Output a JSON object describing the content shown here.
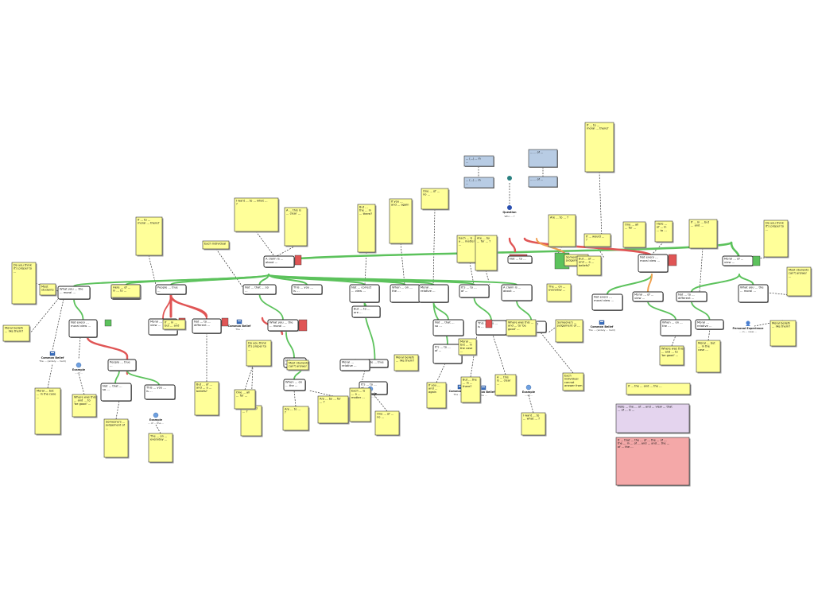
{
  "colors": {
    "claim_fill": "#ffffff",
    "claim_border": "#222222",
    "note_fill": "#ffff99",
    "note_border": "#333333",
    "support": "#5cc25c",
    "oppose": "#e05555",
    "question_fill": "#b8cce4",
    "summary_purple": "#e4d4ee",
    "summary_red": "#f4a8a8",
    "connector": "#333333"
  },
  "notes": [
    "Do you think it's proper to ...",
    "Most students can't answer ...",
    "Moral beliefs ... like them?",
    "Moral ... but ... in the case ...",
    "Where was this ... and ... to 'be good' ...",
    "Someone's ... judgement of ...",
    "The ... on ... everyday ...",
    "But ... of ... and ... a ... beliefs?",
    "If ... to ... moral ... there?",
    "Each individual cannot answer from between ...",
    "I want ... to ... what ... ?",
    "A ... this is ... clear ...",
    "But ... the ... in ... there?",
    "If you ... and ... again",
    "One ... of ... no ...",
    "Each ... is ... a ... matter ...",
    "Are ... by ... for ... ?",
    "Are ... to ... ?",
    "If ... would ... ?",
    "One ... all ... for ...",
    "Here ... of ... in ... to ...",
    "If ... in ... but ... and ..."
  ],
  "claims": [
    "A claim is ... about ...",
    "Not every ... moral view ...",
    "Moral ... of ... view ...",
    "Not ... to ... different ...",
    "What you ... the ... moral ...",
    "But ... to ... are ...",
    "People ... true ...",
    "Not ... that ... so ...",
    "This ... you ... is ...",
    "Not ... correct ... view ...",
    "When ... on ... the ...",
    "Moral ... relative ...",
    "It's ... to ... of ..."
  ],
  "sources": [
    {
      "name": "Common Belief",
      "caption": "The ... (widely ... held)"
    },
    {
      "name": "Common Belief",
      "caption": "The ..."
    },
    {
      "name": "Common Belief",
      "caption": "The ... in ..."
    },
    {
      "name": "Common Belief",
      "caption": "The ..."
    },
    {
      "name": "Personal Experience",
      "caption": "... in ... view ..."
    },
    {
      "name": "Example",
      "caption": "... of ..."
    },
    {
      "name": "Example",
      "caption": "... of ... the ..."
    },
    {
      "name": "Example",
      "caption": "... of ... ?"
    },
    {
      "name": "Example",
      "caption": "... of ..."
    }
  ],
  "questions": [
    {
      "text": "... (...) ... in ..."
    },
    {
      "text": "... ... of ..."
    }
  ],
  "top_node": {
    "name": "Question",
    "caption": "Who ... ?"
  },
  "summaries": [
    {
      "text": "If ... the ... and ... the ..."
    },
    {
      "text": "Note ... the ... of ... and ... view ... that ... of ... is ..."
    },
    {
      "text": "It ... that ... the ... of ... the ... of ... the ... in ... of ... and ... and ... the ... of ... the ..."
    }
  ]
}
